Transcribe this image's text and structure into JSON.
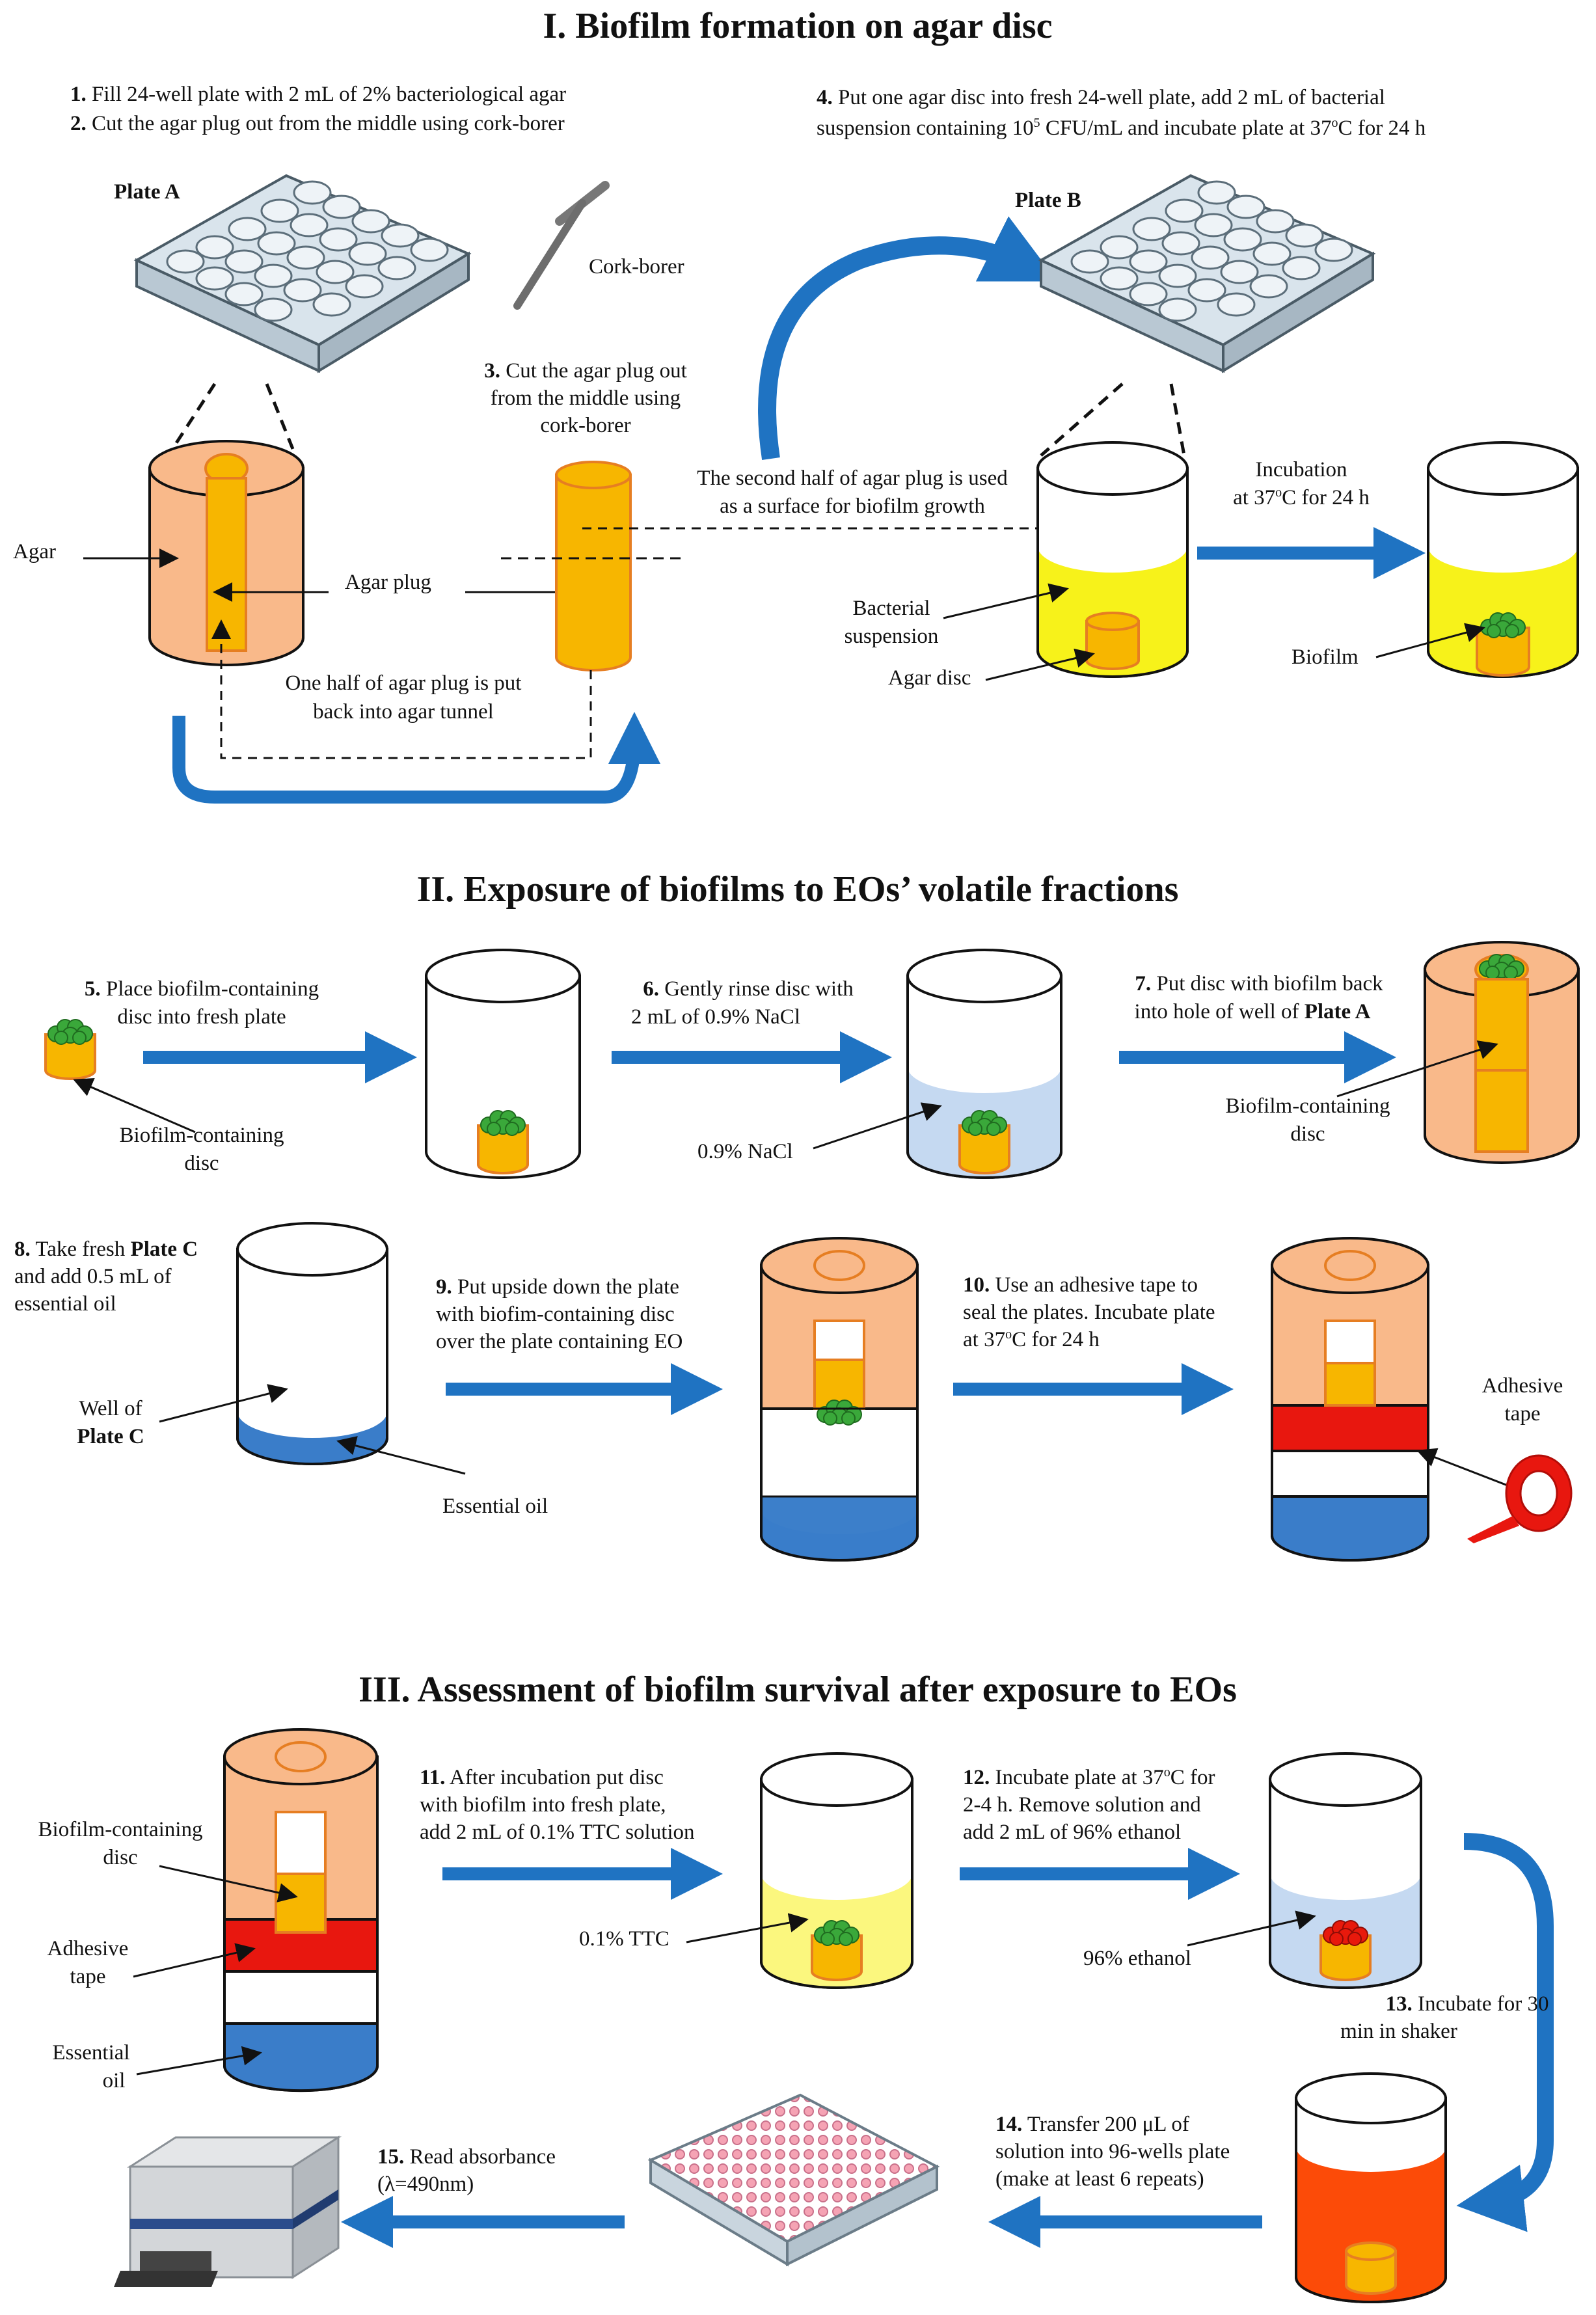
{
  "sections": {
    "s1_title": "I. Biofilm formation on agar disc",
    "s2_title": "II. Exposure of biofilms to EOs’ volatile fractions",
    "s3_title": "III. Assessment of biofilm survival after exposure to EOs"
  },
  "step1": {
    "num": "1.",
    "text": "Fill 24-well plate with 2 mL of 2% bacteriological agar"
  },
  "step2": {
    "num": "2.",
    "text": "Cut the agar plug out from the middle using cork-borer"
  },
  "step3": {
    "num": "3.",
    "line1": "Cut the agar plug out",
    "line2": "from the middle using",
    "line3": "cork-borer"
  },
  "step4": {
    "num": "4.",
    "line1": "Put one agar disc into fresh 24-well plate, add 2 mL of bacterial",
    "line2_a": "suspension containing 10",
    "line2_sup": "5",
    "line2_b": " CFU/mL and incubate plate at 37",
    "line2_deg": "o",
    "line2_c": "C for 24 h"
  },
  "labels": {
    "plate_a": "Plate A",
    "plate_b": "Plate B",
    "cork_borer": "Cork-borer",
    "agar": "Agar",
    "agar_plug": "Agar plug",
    "one_half_1": "One half of agar plug is put",
    "one_half_2": "back into agar tunnel",
    "second_half_1": "The second half of agar plug  is used",
    "second_half_2": "as a surface for biofilm growth",
    "bact_susp_1": "Bacterial",
    "bact_susp_2": "suspension",
    "agar_disc": "Agar disc",
    "incub_1": "Incubation",
    "incub_2a": "at 37",
    "incub_2deg": "o",
    "incub_2b": "C for 24 h",
    "biofilm": "Biofilm"
  },
  "step5": {
    "num": "5.",
    "line1": "Place biofilm-containing",
    "line2": "disc into fresh plate",
    "lbl1": "Biofilm-containing",
    "lbl2": "disc"
  },
  "step6": {
    "num": "6.",
    "line1": "Gently rinse disc with",
    "line2": "2 mL of 0.9% NaCl",
    "lbl": "0.9% NaCl"
  },
  "step7": {
    "num": "7.",
    "line1": "Put disc with biofilm back",
    "line2a": "into hole of well of ",
    "line2b": "Plate A",
    "lbl1": "Biofilm-containing",
    "lbl2": "disc"
  },
  "step8": {
    "num": "8.",
    "line1a": "Take fresh ",
    "line1b": "Plate C",
    "line2": "and add 0.5 mL of",
    "line3": "essential oil",
    "well1": "Well of",
    "well2": "Plate C",
    "eo": "Essential oil"
  },
  "step9": {
    "num": "9.",
    "line1": "Put upside down the plate",
    "line2": "with biofim-containing disc",
    "line3": "over the plate containing EO"
  },
  "step10": {
    "num": "10.",
    "line1": "Use an adhesive tape to",
    "line2": "seal the plates. Incubate plate",
    "line3a": "at 37",
    "line3deg": "o",
    "line3b": "C for 24 h",
    "tape1": "Adhesive",
    "tape2": "tape"
  },
  "s3_left": {
    "bcd1": "Biofilm-containing",
    "bcd2": "disc",
    "tape1": "Adhesive",
    "tape2": "tape",
    "eo1": "Essential",
    "eo2": "oil"
  },
  "step11": {
    "num": "11.",
    "line1": "After incubation put disc",
    "line2": "with biofilm into fresh plate,",
    "line3": "add 2 mL of 0.1% TTC solution",
    "lbl": "0.1% TTC"
  },
  "step12": {
    "num": "12.",
    "line1a": "Incubate plate at 37",
    "line1deg": "o",
    "line1b": "C for",
    "line2": "2-4 h. Remove solution and",
    "line3": "add 2 mL of 96% ethanol",
    "lbl": "96% ethanol"
  },
  "step13": {
    "num": "13.",
    "line1": "Incubate for 30",
    "line2": "min in shaker"
  },
  "step14": {
    "num": "14.",
    "line1": "Transfer 200 μL of",
    "line2": "solution into 96-wells plate",
    "line3": "(make at least 6 repeats)"
  },
  "step15": {
    "num": "15.",
    "line1": "Read absorbance",
    "line2": "(λ=490nm)"
  },
  "colors": {
    "agar": "#f9b98a",
    "agar_stroke": "#e67e22",
    "plug": "#f7b600",
    "suspension": "#f7f21a",
    "nacl": "#c5d9f1",
    "oil": "#3a7dc9",
    "tape": "#e8170f",
    "ethanol": "#c5d9f1",
    "formazan": "#fc4b08",
    "ttc": "#fbf77e",
    "arrow": "#1f73c2",
    "biofilm": "#3aa83a",
    "biofilm_red": "#e8190c"
  }
}
